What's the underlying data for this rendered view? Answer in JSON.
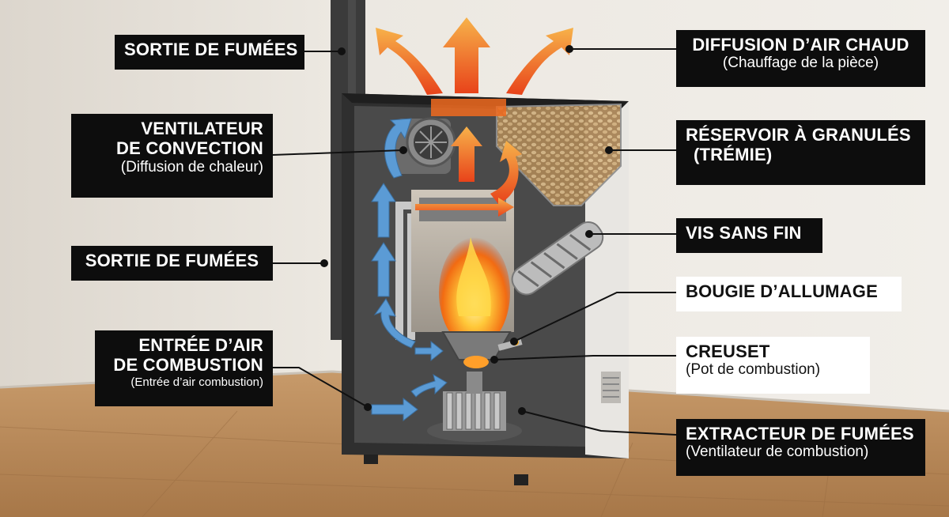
{
  "labels": {
    "sortie_fumees_top": {
      "title": "SORTIE DE FUMÉES"
    },
    "ventilateur": {
      "title": "VENTILATEUR",
      "title2": "DE CONVECTION",
      "sub": "(Diffusion de chaleur)"
    },
    "sortie_fumees_mid": {
      "title": "SORTIE DE FUMÉES"
    },
    "entree_air": {
      "title": "ENTRÉE D’AIR",
      "title2": "DE COMBUSTION",
      "sub": "(Entrée d’air combustion)"
    },
    "diffusion_air": {
      "title": "DIFFUSION D’AIR CHAUD",
      "sub": "(Chauffage de la pièce)"
    },
    "reservoir": {
      "title": "RÉSERVOIR À GRANULÉS",
      "title2": "(TRÉMIE)"
    },
    "vis": {
      "title": "VIS SANS FIN"
    },
    "bougie": {
      "title": "BOUGIE D’ALLUMAGE"
    },
    "creuset": {
      "title": "CREUSET",
      "sub": "(Pot de combustion)"
    },
    "extracteur": {
      "title": "EXTRACTEUR DE FUMÉES",
      "sub": "(Ventilateur de combustion)"
    }
  },
  "colors": {
    "hot_air": "#f07a1e",
    "cold_air": "#5b9bd5",
    "stove_body": "#3a3a3a",
    "label_bg": "#0d0d0d",
    "floor": "#b98a5c",
    "wall": "#ece8e1"
  }
}
